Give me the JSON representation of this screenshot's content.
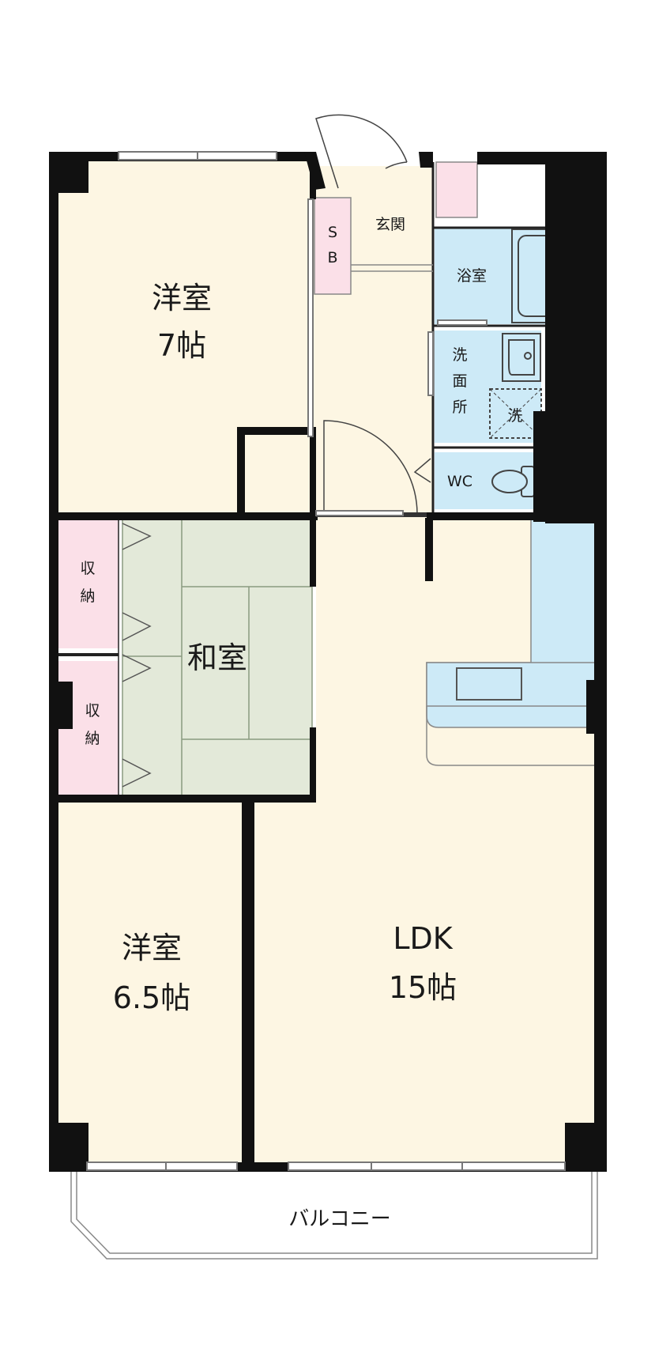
{
  "rooms": {
    "western_room_1": {
      "name": "洋室",
      "size": "7帖"
    },
    "western_room_2": {
      "name": "洋室",
      "size": "6.5帖"
    },
    "japanese_room": {
      "name": "和室"
    },
    "ldk": {
      "name": "LDK",
      "size": "15帖"
    },
    "entrance": {
      "name": "玄関"
    },
    "shoe_box": {
      "line1": "S",
      "line2": "B"
    },
    "bathroom": {
      "name": "浴室"
    },
    "washroom": {
      "line1": "洗",
      "line2": "面",
      "line3": "所"
    },
    "washing_machine": {
      "name": "洗"
    },
    "toilet": {
      "name": "WC"
    },
    "storage_1": {
      "line1": "収",
      "line2": "納"
    },
    "storage_2": {
      "line1": "収",
      "line2": "納"
    },
    "balcony": {
      "name": "バルコニー"
    }
  },
  "colors": {
    "wall": "#111111",
    "floor": "#fdf6e3",
    "tatami": "#e3e9d9",
    "wet_area": "#cdeaf7",
    "storage": "#fbe0e8",
    "outline": "#999999"
  }
}
